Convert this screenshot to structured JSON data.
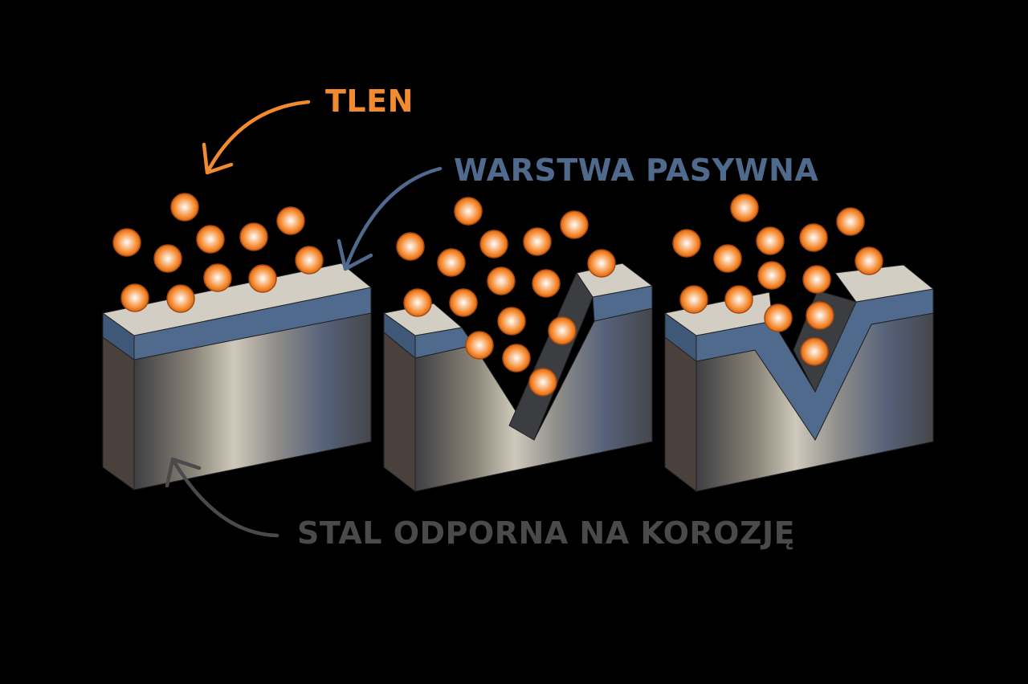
{
  "labels": {
    "oxygen": "TLEN",
    "passive_layer": "WARSTWA PASYWNA",
    "steel": "STAL ODPORNA NA KOROZJĘ"
  },
  "colors": {
    "background": "#000000",
    "oxygen": "#F28A30",
    "passive_layer": "#4F6A8C",
    "steel_label": "#4A4A4C",
    "top_surface": "#D2CEC4"
  },
  "panels": [
    {
      "id": "intact",
      "description": "Intact passive layer on stainless steel"
    },
    {
      "id": "scratched",
      "description": "Scratch removes passive layer, exposing steel"
    },
    {
      "id": "repassivated",
      "description": "Passive layer regenerates in the scratch"
    }
  ]
}
